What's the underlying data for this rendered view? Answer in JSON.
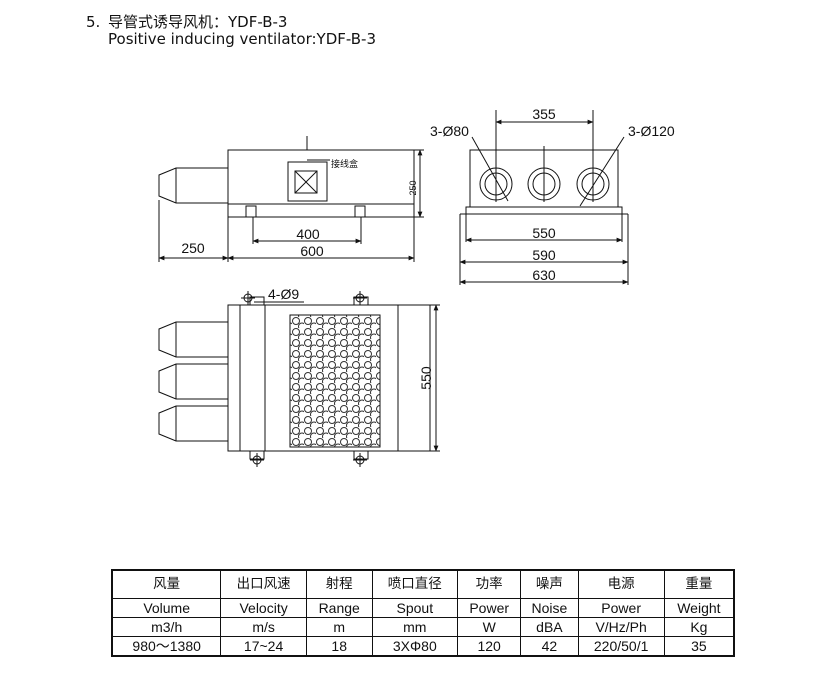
{
  "title": {
    "number": "5.",
    "zh": "导管式诱导风机：YDF-B-3",
    "en": "Positive inducing ventilator:YDF-B-3"
  },
  "drawing": {
    "front": {
      "junction_box": "接线盒",
      "height": "250",
      "nozzle_length": "250",
      "bolt_spacing": "400",
      "width": "600"
    },
    "side": {
      "hole_small": "3-Ø80",
      "hole_large": "3-Ø120",
      "hole_spacing": "355",
      "dim_550": "550",
      "dim_590": "590",
      "dim_630": "630"
    },
    "top": {
      "bolts": "4-Ø9",
      "depth": "550"
    }
  },
  "table": {
    "columns": [
      {
        "zh": "风量",
        "en": "Volume",
        "unit": "m3/h",
        "value": "980～1380"
      },
      {
        "zh": "出口风速",
        "en": "Velocity",
        "unit": "m/s",
        "value": "17~24"
      },
      {
        "zh": "射程",
        "en": "Range",
        "unit": "m",
        "value": "18"
      },
      {
        "zh": "喷口直径",
        "en": "Spout",
        "unit": "mm",
        "value": "3XΦ80"
      },
      {
        "zh": "功率",
        "en": "Power",
        "unit": "W",
        "value": "120"
      },
      {
        "zh": "噪声",
        "en": "Noise",
        "unit": "dBA",
        "value": "42"
      },
      {
        "zh": "电源",
        "en": "Power",
        "unit": "V/Hz/Ph",
        "value": "220/50/1"
      },
      {
        "zh": "重量",
        "en": "Weight",
        "unit": "Kg",
        "value": "35"
      }
    ]
  }
}
